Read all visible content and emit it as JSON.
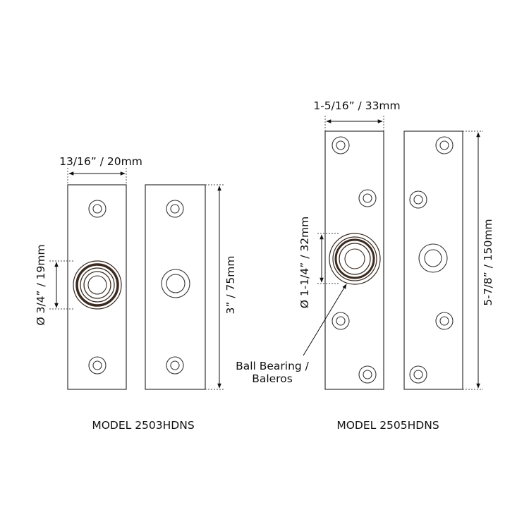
{
  "models": {
    "small": {
      "name": "MODEL 2503HDNS",
      "width_label": "13/16” / 20mm",
      "height_label": "3” / 75mm",
      "bearing_label": "Ø 3/4” / 19mm"
    },
    "large": {
      "name": "MODEL 2505HDNS",
      "width_label": "1-5/16” / 33mm",
      "height_label": "5-7/8” / 150mm",
      "bearing_label": "Ø 1-1/4” / 32mm"
    }
  },
  "callout": {
    "line1": "Ball Bearing /",
    "line2": "Baleros"
  }
}
